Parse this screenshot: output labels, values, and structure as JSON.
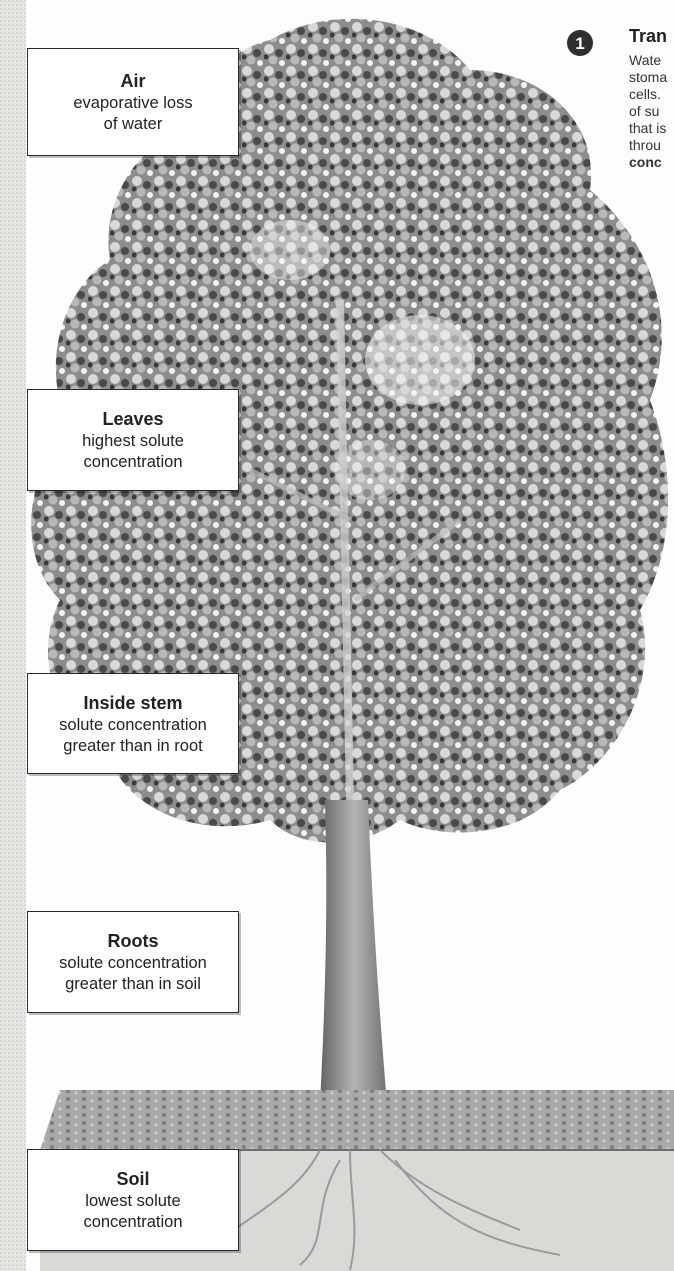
{
  "labels": {
    "air": {
      "title": "Air",
      "lines": [
        "evaporative loss",
        "of water"
      ]
    },
    "leaves": {
      "title": "Leaves",
      "lines": [
        "highest solute",
        "concentration"
      ]
    },
    "stem": {
      "title": "Inside stem",
      "lines": [
        "solute concentration",
        "greater than in root"
      ]
    },
    "roots": {
      "title": "Roots",
      "lines": [
        "solute concentration",
        "greater than in soil"
      ]
    },
    "soil": {
      "title": "Soil",
      "lines": [
        "lowest solute",
        "concentration"
      ]
    }
  },
  "step": {
    "number": "1",
    "title": "Tran",
    "lines": [
      "Wate",
      "stoma",
      "cells.",
      "of su",
      "that is",
      "throu",
      "conc"
    ]
  },
  "colors": {
    "foliage": "#6f6f6f",
    "foliage_light": "#cfcfcf",
    "trunk": "#8a8a8a",
    "ground": "#9a9a9a",
    "border": "#2a2a2a"
  }
}
